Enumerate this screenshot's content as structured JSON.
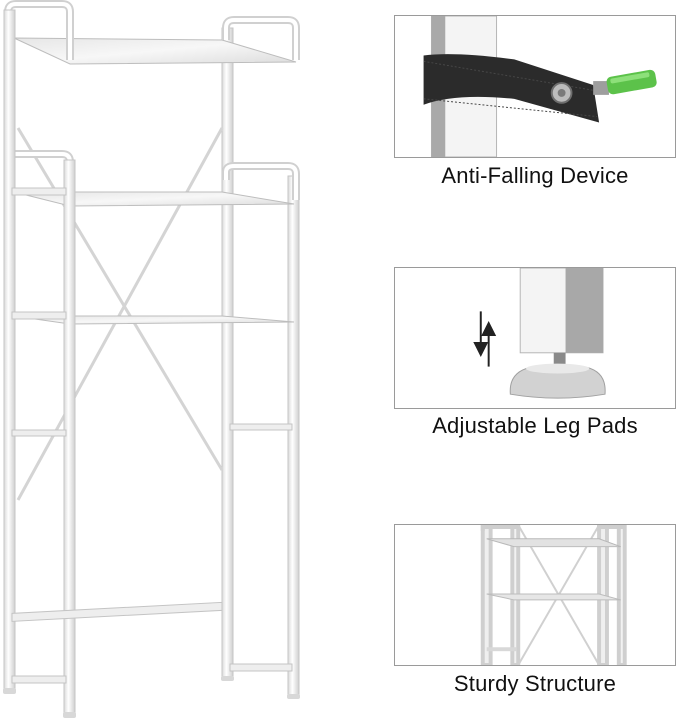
{
  "features": [
    {
      "caption": "Anti-Falling Device",
      "icon": "anti-falling-strap-icon"
    },
    {
      "caption": "Adjustable Leg Pads",
      "icon": "adjustable-leg-pad-icon"
    },
    {
      "caption": "Sturdy Structure",
      "icon": "sturdy-structure-icon"
    }
  ],
  "colors": {
    "frame": "#f2f2f2",
    "frame_edge": "#c8c8c8",
    "strap": "#2b2b2b",
    "knob": "#5cc24a"
  }
}
